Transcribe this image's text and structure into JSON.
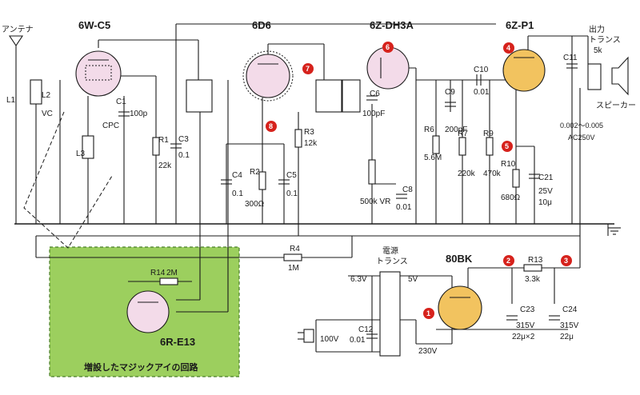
{
  "tubes": [
    {
      "id": "6W-C5",
      "fill": "#f3dbe9"
    },
    {
      "id": "6D6",
      "fill": "#f3dbe9"
    },
    {
      "id": "6Z-DH3A",
      "fill": "#f3dbe9"
    },
    {
      "id": "6Z-P1",
      "fill": "#f2c35f"
    },
    {
      "id": "80BK",
      "fill": "#f2c35f"
    },
    {
      "id": "6R-E13",
      "fill": "#f3dbe9"
    }
  ],
  "labels": {
    "antenna": "アンテナ",
    "l1": "L1",
    "l2": "L2",
    "l3": "L3",
    "vc": "VC",
    "c1": "C1",
    "c1_val": "100p",
    "cpc": "CPC",
    "r1": "R1",
    "r1_val": "22k",
    "c3": "C3",
    "c3_val": "0.1",
    "c4": "C4",
    "c4_val": "0.1",
    "r2": "R2",
    "r2_val": "300Ω",
    "c5": "C5",
    "c5_val": "0.1",
    "r3": "R3",
    "r3_val": "12k",
    "c6": "C6",
    "c6_val": "100pF",
    "vr_val": "500k VR",
    "c8": "C8",
    "c8_val": "0.01",
    "r6": "R6",
    "r6_val": "5.6M",
    "c9": "C9",
    "c9_val": "200pF",
    "r7": "R7",
    "r7_val": "220k",
    "c10": "C10",
    "c10_val": "0.01",
    "r9": "R9",
    "r9_val": "470k",
    "r10": "R10",
    "r10_val": "680Ω",
    "c21": "C21",
    "c21_val1": "25V",
    "c21_val2": "10μ",
    "c11": "C11",
    "c11_val": "0.002～0.005",
    "c11_volt": "AC250V",
    "out_trans": "出力",
    "out_trans2": "トランス",
    "out_trans3": "5k",
    "speaker": "スピーカー",
    "r4": "R4",
    "r4_val": "1M",
    "r14": "R14",
    "r14_val": "2M",
    "power_trans1": "電源",
    "power_trans2": "トランス",
    "v63": "6.3V",
    "v5": "5V",
    "v230": "230V",
    "v100": "100V",
    "c12": "C12",
    "c12_val": "0.01",
    "r13": "R13",
    "r13_val": "3.3k",
    "c23": "C23",
    "c23_v": "315V",
    "c23_c": "22μ×2",
    "c24": "C24",
    "c24_v": "315V",
    "c24_c": "22μ",
    "green_box": "増設したマジックアイの回路"
  },
  "badges": [
    "1",
    "2",
    "3",
    "4",
    "5",
    "6",
    "7",
    "8"
  ],
  "colors": {
    "badge": "#d6221c",
    "green_box": "#9ccf5e",
    "green_border": "#4a7d2a"
  }
}
